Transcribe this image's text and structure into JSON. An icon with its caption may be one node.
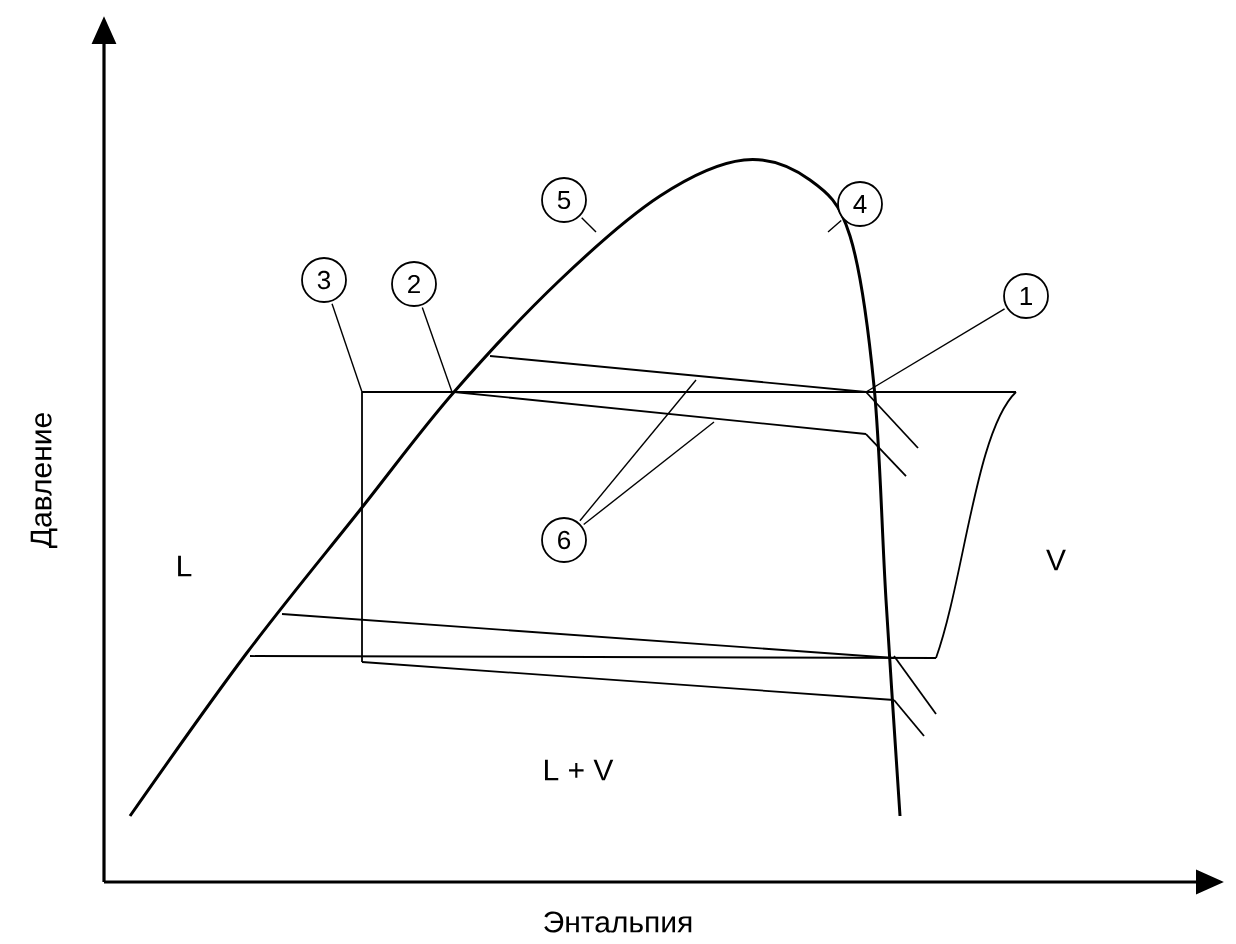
{
  "diagram": {
    "nodes": [
      {
        "text": [
          "1"
        ]
      },
      {
        "text": [
          "2"
        ]
      },
      {
        "text": [
          "3"
        ]
      },
      {
        "text": [
          "4"
        ]
      },
      {
        "text": [
          "5"
        ]
      },
      {
        "text": [
          "6"
        ]
      }
    ],
    "edges": [
      {
        "from": 0,
        "to": null,
        "arrow": "none"
      },
      {
        "from": 1,
        "to": null,
        "arrow": "none"
      },
      {
        "from": 2,
        "to": null,
        "arrow": "none"
      },
      {
        "from": 3,
        "to": null,
        "arrow": "none"
      },
      {
        "from": 4,
        "to": null,
        "arrow": "none"
      },
      {
        "from": 5,
        "to": null,
        "arrow": "none"
      },
      {
        "from": 5,
        "to": null,
        "arrow": "none"
      }
    ],
    "labels": [
      "Давление",
      "L",
      "V",
      "L + V",
      "Энтальпия"
    ]
  }
}
